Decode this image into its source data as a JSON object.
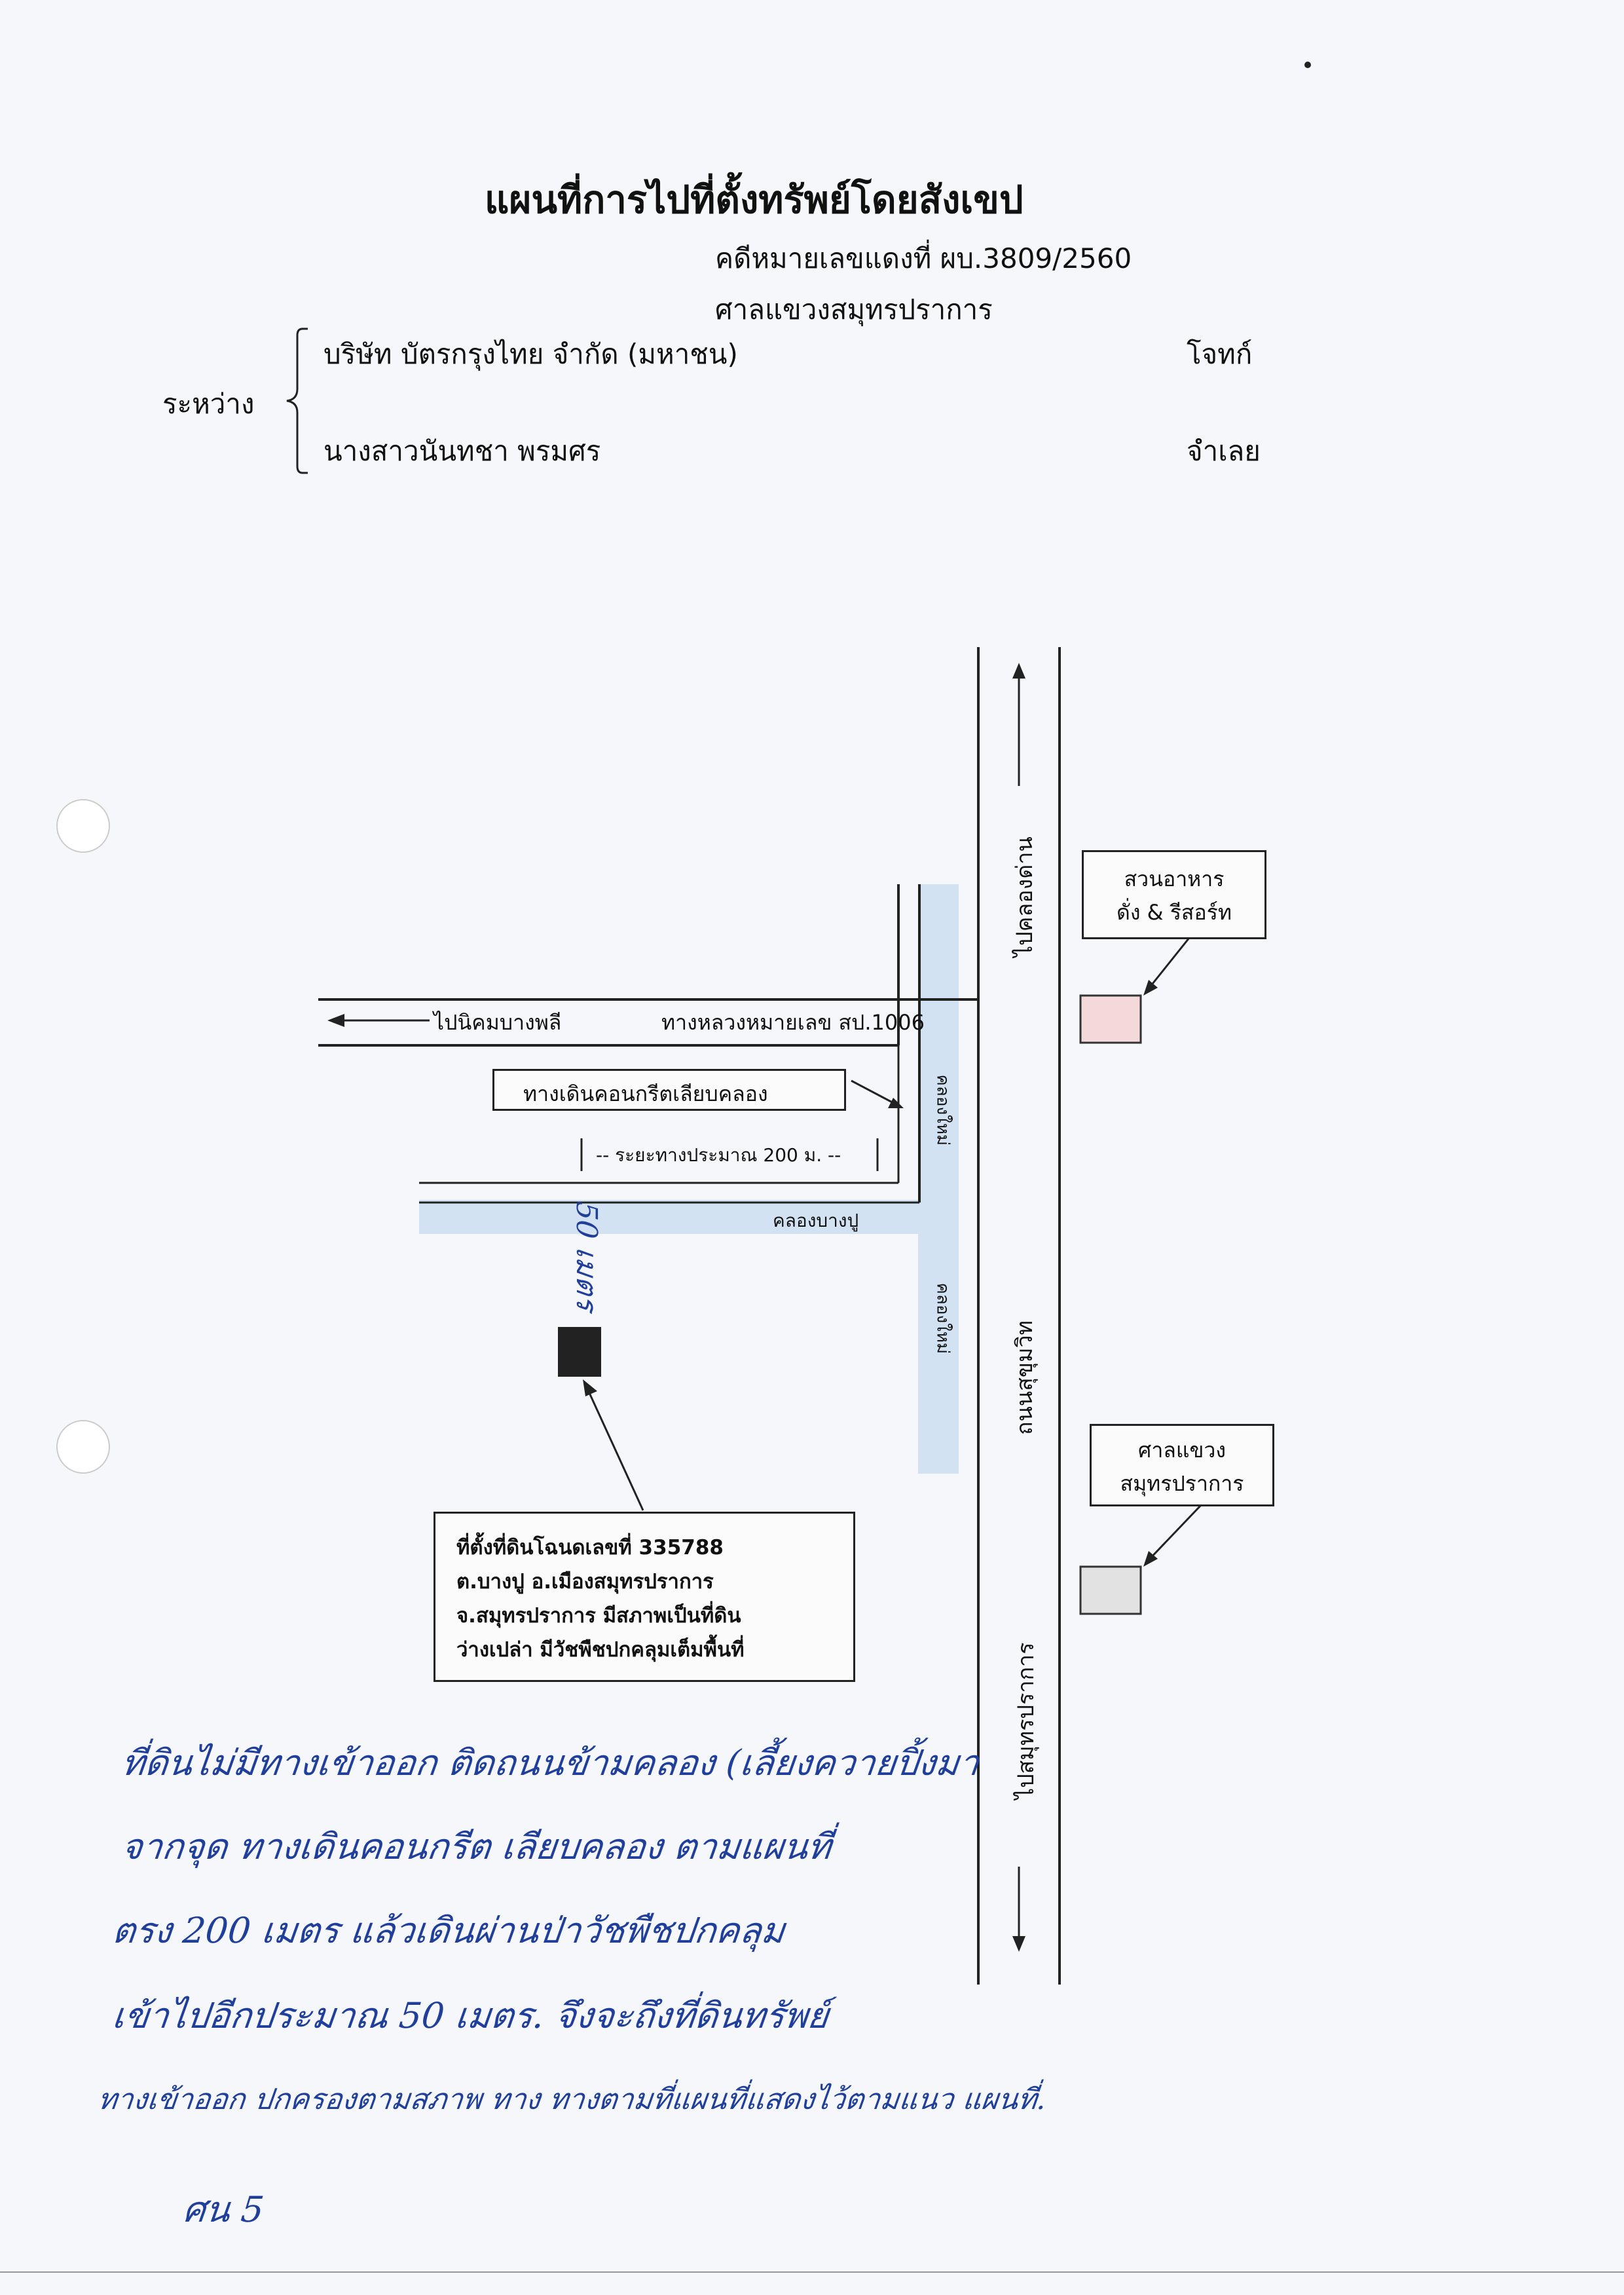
{
  "header": {
    "title": "แผนที่การไปที่ตั้งทรัพย์โดยสังเขป",
    "case_number": "คดีหมายเลขแดงที่  ผบ.3809/2560",
    "court": "ศาลแขวงสมุทรปราการ",
    "between_label": "ระหว่าง",
    "plaintiff": "บริษัท บัตรกรุงไทย จำกัด (มหาชน)",
    "plaintiff_role": "โจทก์",
    "defendant": "นางสาวนันทชา พรมศร",
    "defendant_role": "จำเลย"
  },
  "map": {
    "to_khlong_dan": "ไปคลองด่าน",
    "to_nikhom_bang_phli": "ไปนิคมบางพลี",
    "highway": "ทางหลวงหมายเลข สป.1006",
    "concrete_walkway": "ทางเดินคอนกรีตเลียบคลอง",
    "distance": "-- ระยะทางประมาณ 200 ม. --",
    "khlong_bang_pu": "คลองบางปู",
    "khlong_mai_upper": "คลองใหม่",
    "khlong_mai_lower": "คลองใหม่",
    "sukhumvit_road": "ถนนสุขุมวิท",
    "to_samut_prakan": "ไปสมุทรปราการ",
    "restaurant_line1": "สวนอาหาร",
    "restaurant_line2": "ดั่ง & รีสอร์ท",
    "court_line1": "ศาลแขวง",
    "court_line2": "สมุทรปราการ",
    "handwritten_distance": "50 เมตร",
    "land_line1": "ที่ตั้งที่ดินโฉนดเลขที่ 335788",
    "land_line2": "ต.บางปู อ.เมืองสมุทรปราการ",
    "land_line3": "จ.สมุทรปราการ มีสภาพเป็นที่ดิน",
    "land_line4": "ว่างเปล่า มีวัชพืชปกคลุมเต็มพื้นที่"
  },
  "handwriting": {
    "line1": "ที่ดินไม่มีทางเข้าออก ติดถนนข้ามคลอง (เลี้ยงควายปิ้งมา",
    "line2": "จากจุด ทางเดินคอนกรีต เลียบคลอง ตามแผนที่",
    "line3": "ตรง 200 เมตร แล้วเดินผ่านป่าวัชพืชปกคลุม",
    "line4": "เข้าไปอีกประมาณ 50 เมตร. จึงจะถึงที่ดินทรัพย์",
    "line5": "ทางเข้าออก ปกครองตามสภาพ ทาง ทางตามที่แผนที่แสดงไว้ตามแนว แผนที่.",
    "signature": "ศน 5"
  },
  "colors": {
    "canal": "#d3e2f3",
    "restaurant_marker": "#f3d9d9",
    "court_marker": "#e2e2e2",
    "land_marker": "#222222",
    "handwriting_ink": "#1f3f9a"
  }
}
